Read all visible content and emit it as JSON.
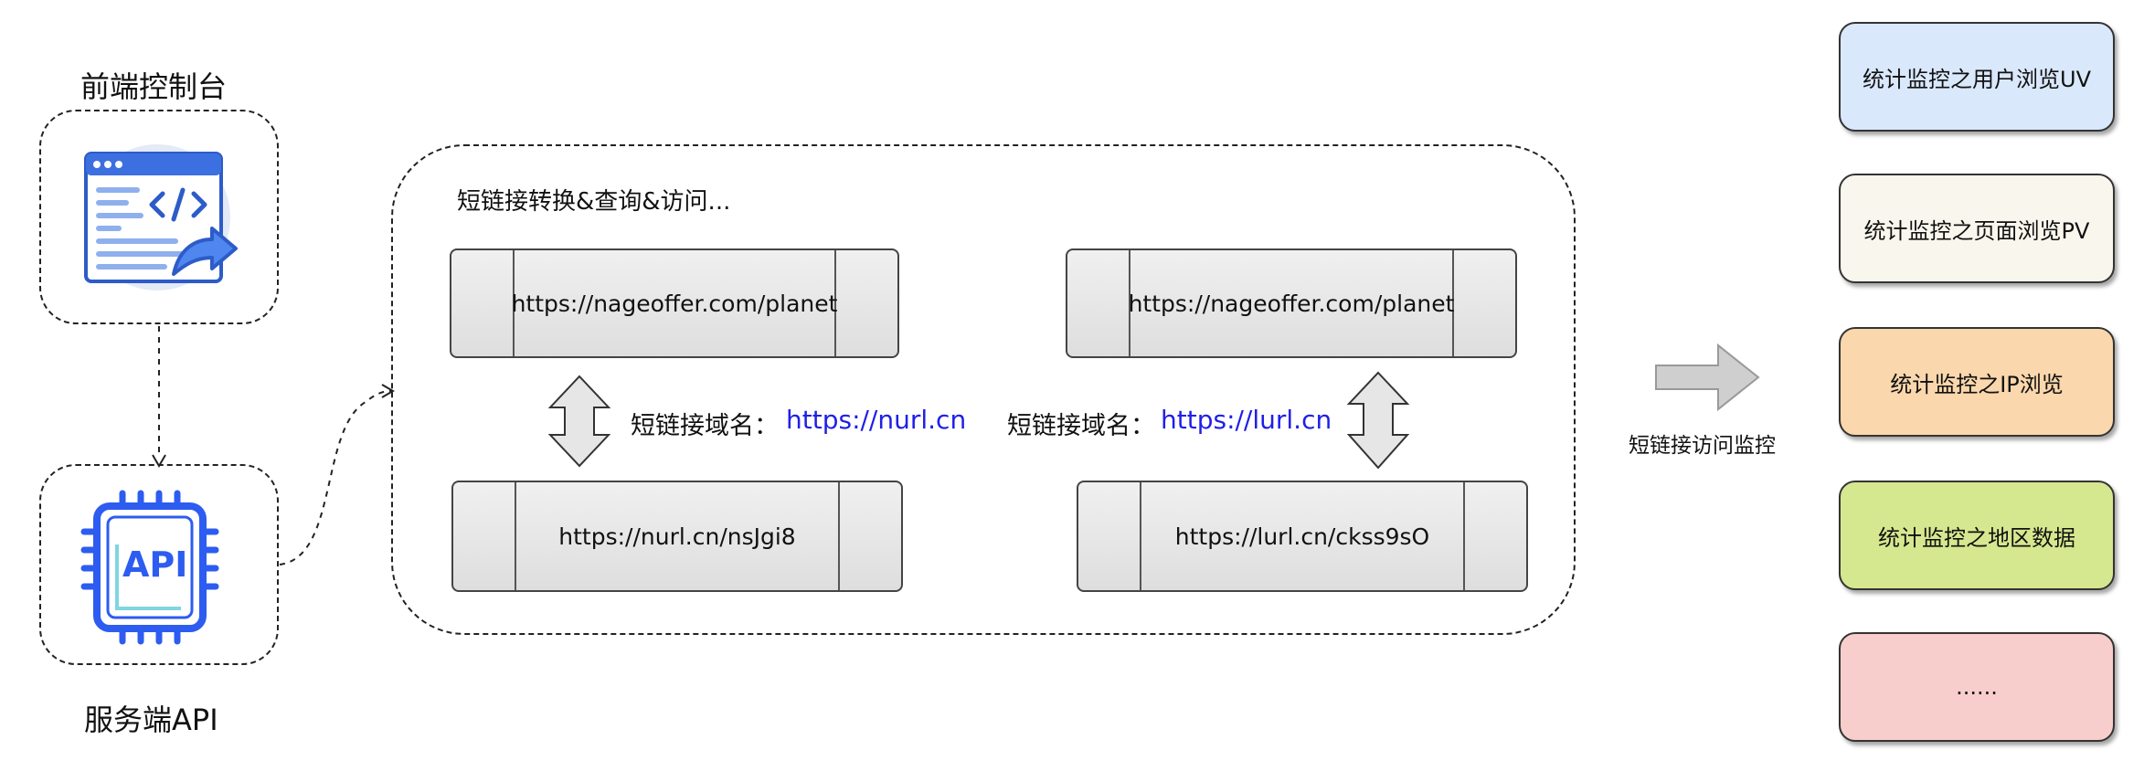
{
  "frontend": {
    "title": "前端控制台",
    "icon": "code-window-icon"
  },
  "backend": {
    "title": "服务端API",
    "chip_text": "API",
    "icon": "api-chip-icon"
  },
  "main": {
    "title": "短链接转换&查询&访问...",
    "left": {
      "long_url": "https://nageoffer.com/planet",
      "domain_label": "短链接域名：",
      "domain_value": "https://nurl.cn",
      "short_url": "https://nurl.cn/nsJgi8"
    },
    "right": {
      "long_url": "https://nageoffer.com/planet",
      "domain_label": "短链接域名：",
      "domain_value": "https://lurl.cn",
      "short_url": "https://lurl.cn/ckss9sO"
    }
  },
  "monitor_label": "短链接访问监控",
  "stats": [
    {
      "label": "统计监控之用户浏览UV",
      "color": "#dae8fc"
    },
    {
      "label": "统计监控之页面浏览PV",
      "color": "#f9f7ed"
    },
    {
      "label": "统计监控之IP浏览",
      "color": "#fad7ac"
    },
    {
      "label": "统计监控之地区数据",
      "color": "#d5e88f"
    },
    {
      "label": "......",
      "color": "#f8cecc"
    }
  ]
}
